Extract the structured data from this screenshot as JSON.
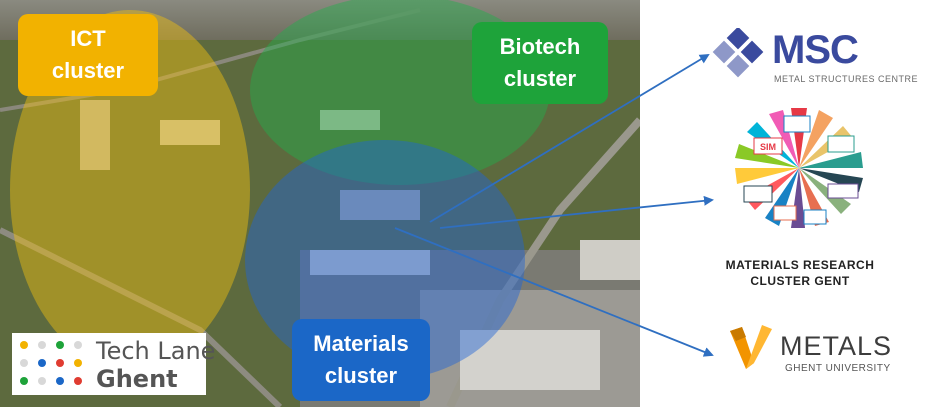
{
  "clusters": {
    "ict": {
      "line1": "ICT",
      "line2": "cluster",
      "color": "#f2b200"
    },
    "biotech": {
      "line1": "Biotech",
      "line2": "cluster",
      "color": "#1ea33a"
    },
    "materials": {
      "line1": "Materials",
      "line2": "cluster",
      "color": "#1b67c7"
    }
  },
  "tech_lane": {
    "line1": "Tech Lane",
    "line2": "Ghent"
  },
  "partners": {
    "msc": {
      "name": "MSC",
      "subtitle": "METAL STRUCTURES CENTRE",
      "color": "#3a4a9e"
    },
    "mrc": {
      "line1": "MATERIALS RESEARCH",
      "line2": "CLUSTER GENT",
      "badge_sim": "SIM"
    },
    "metals": {
      "name": "METALS",
      "subtitle": "GHENT UNIVERSITY",
      "color": "#f29400"
    }
  },
  "arrow_color": "#2f6fc1"
}
